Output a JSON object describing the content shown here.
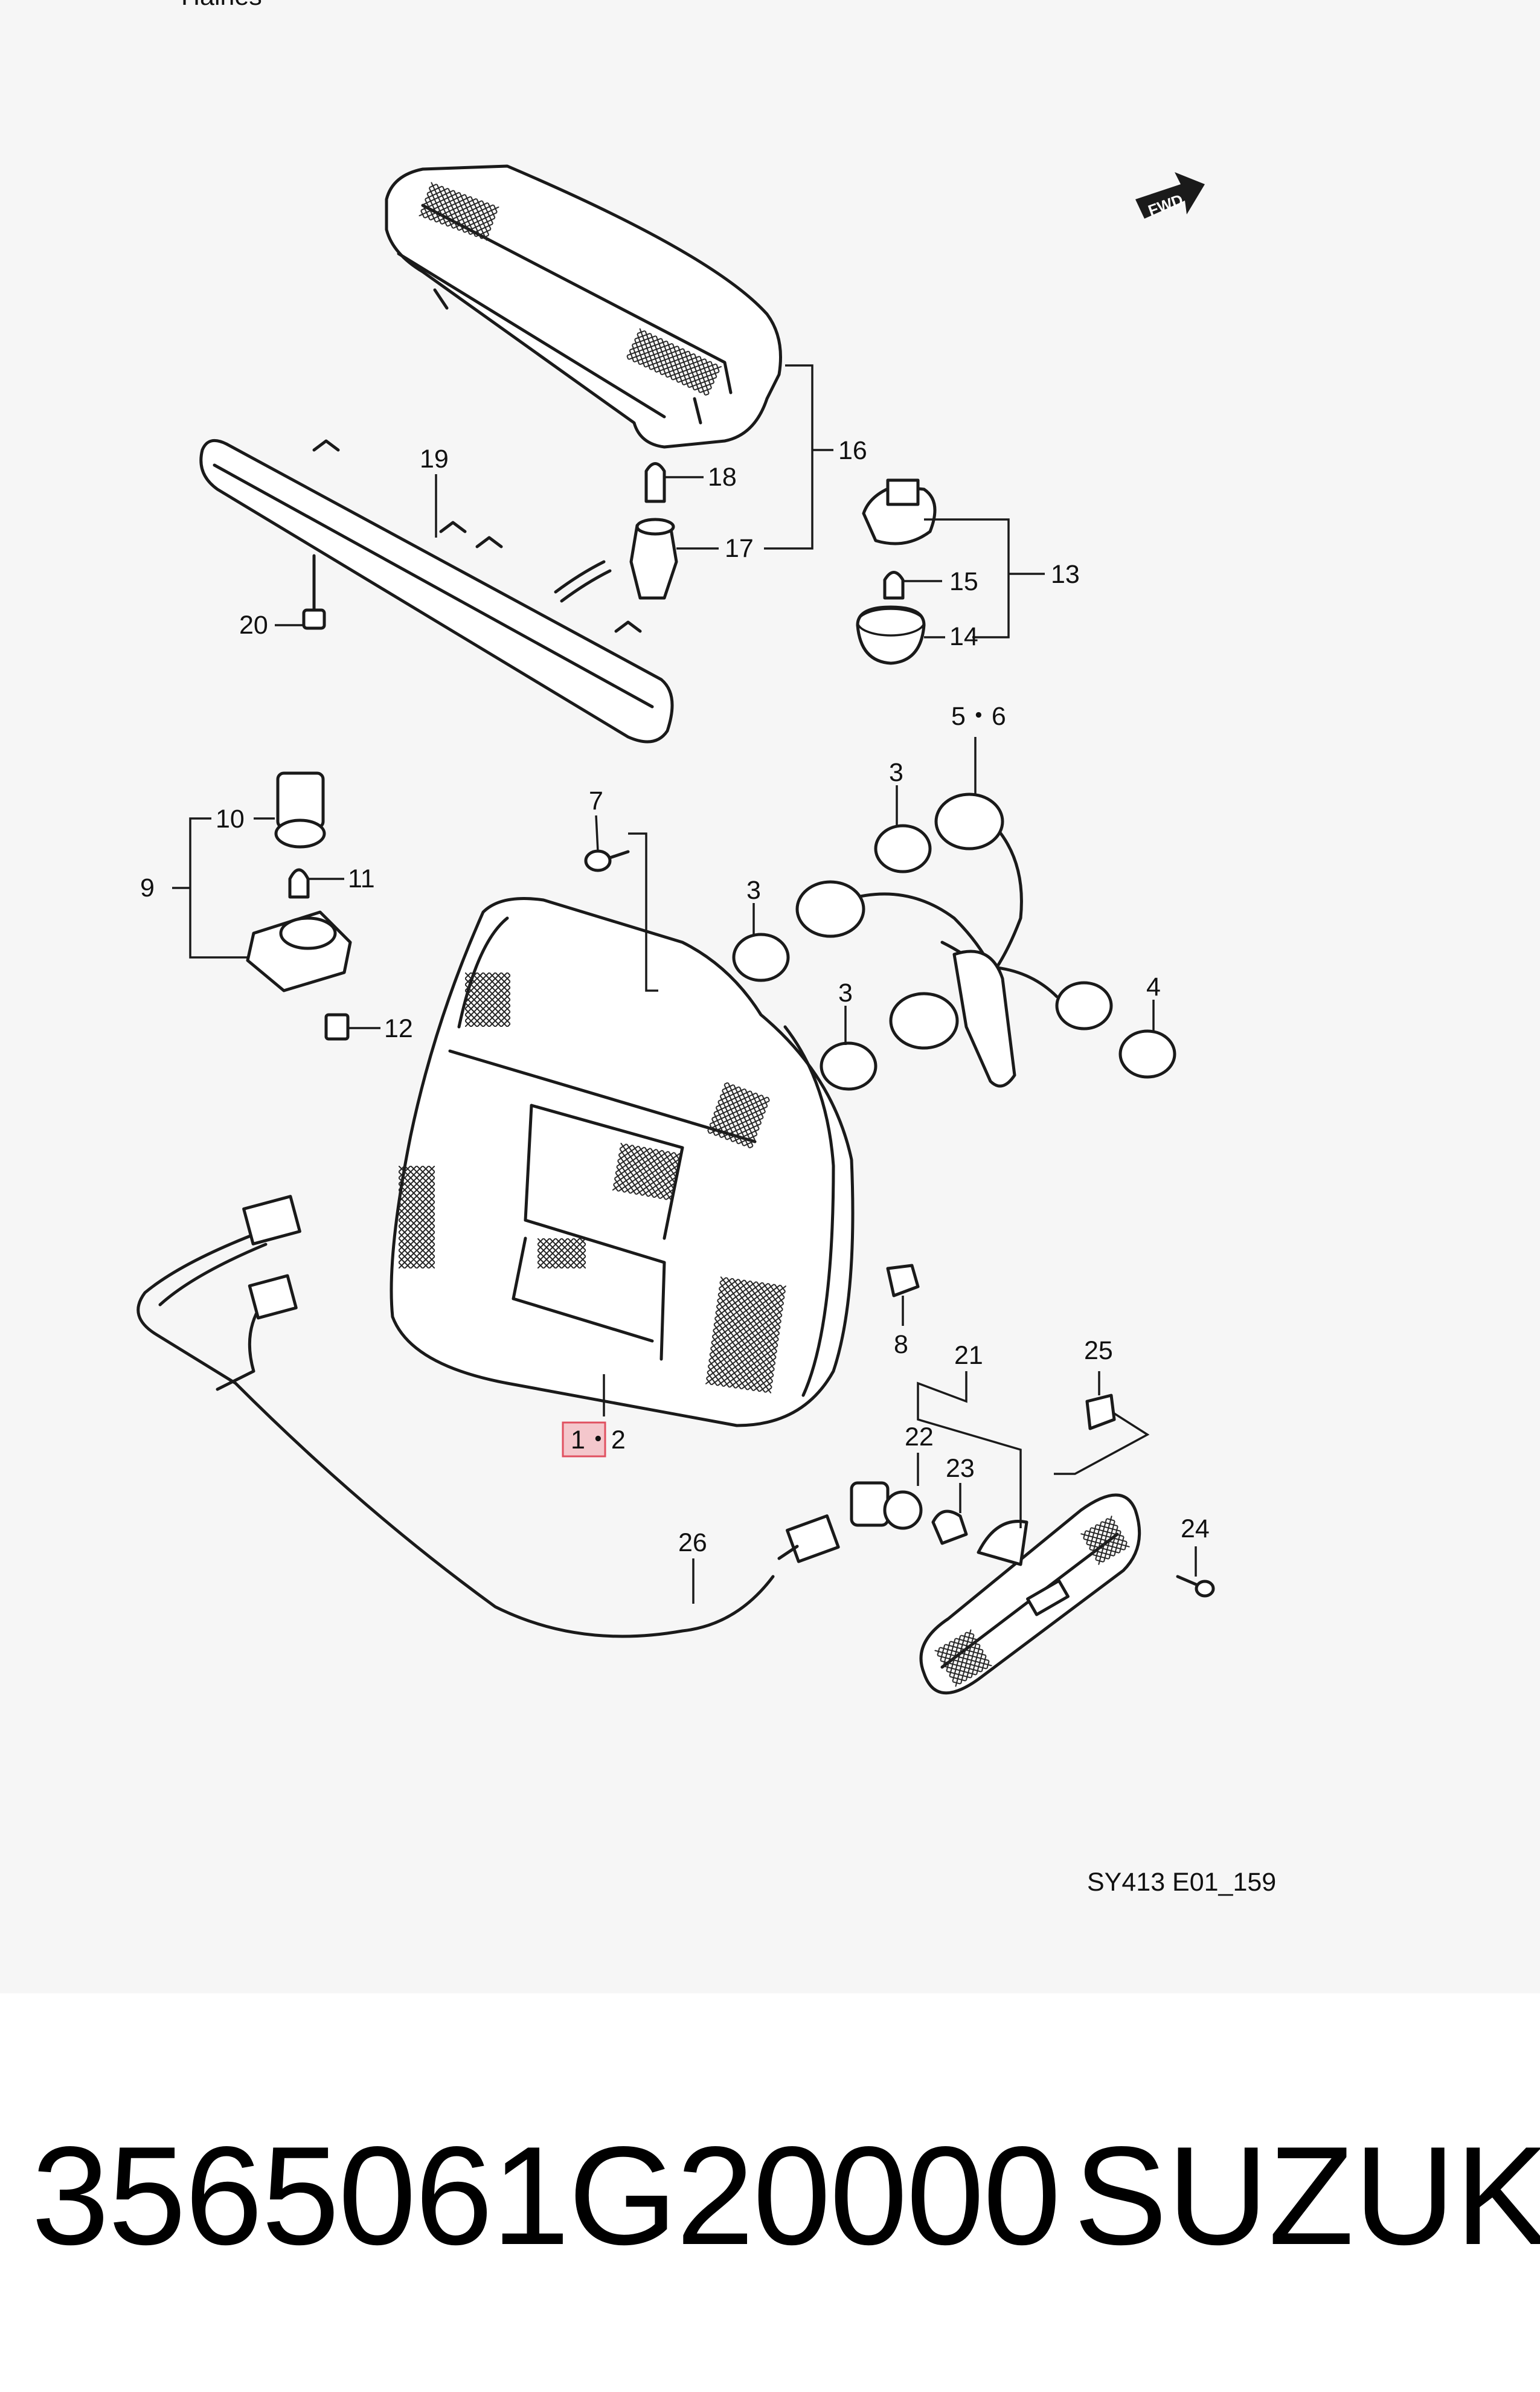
{
  "diagram": {
    "header_partial": "Hairies",
    "fwd_label": "FWD",
    "reference_code": "SY413 E01_159",
    "callouts": {
      "c1_2": "1・2",
      "c3a": "3",
      "c3b": "3",
      "c3c": "3",
      "c4": "4",
      "c5_6": "5・6",
      "c7": "7",
      "c8": "8",
      "c9": "9",
      "c10": "10",
      "c11": "11",
      "c12": "12",
      "c13": "13",
      "c14": "14",
      "c15": "15",
      "c16": "16",
      "c17": "17",
      "c18": "18",
      "c19": "19",
      "c20": "20",
      "c21": "21",
      "c22": "22",
      "c23": "23",
      "c24": "24",
      "c25": "25",
      "c26": "26"
    },
    "highlight_color": "#e05060"
  },
  "footer": {
    "part_number": "3565061G20000",
    "brand": "SUZUKI"
  }
}
